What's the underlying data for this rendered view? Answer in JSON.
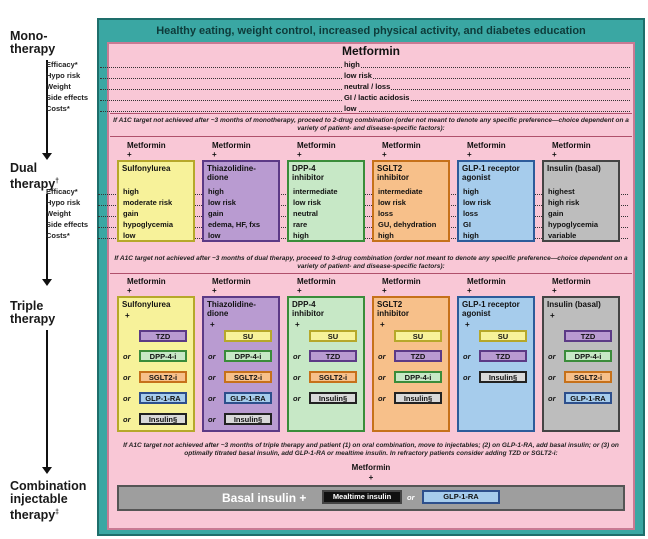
{
  "banner": "Healthy eating, weight control, increased physical activity, and diabetes education",
  "stages": {
    "mono": "Mono-\ntherapy",
    "dual": "Dual\ntherapy",
    "dual_sup": "†",
    "triple": "Triple\ntherapy",
    "combo": "Combination\ninjectable\ntherapy",
    "combo_sup": "‡"
  },
  "mono": {
    "title": "Metformin",
    "rows": [
      {
        "label": "Efficacy*",
        "value": "high"
      },
      {
        "label": "Hypo risk",
        "value": "low risk"
      },
      {
        "label": "Weight",
        "value": "neutral / loss"
      },
      {
        "label": "Side effects",
        "value": "GI / lactic acidosis"
      },
      {
        "label": "Costs*",
        "value": "low"
      }
    ]
  },
  "notes": {
    "mono_to_dual": "If A1C target not achieved after ~3 months of monotherapy, proceed to 2-drug combination (order not meant to denote any specific preference—choice dependent on a variety of patient- and disease-specific factors):",
    "dual_to_triple": "If A1C target not achieved after ~3 months of dual therapy, proceed to 3-drug combination (order not meant to denote any specific preference—choice dependent on a variety of patient- and disease-specific factors):",
    "triple_to_combo": "If A1C target not achieved after ~3 months of triple therapy and patient (1) on oral combination, move to injectables; (2) on GLP-1-RA, add basal insulin; or (3) on optimally titrated basal insulin, add GLP-1-RA or mealtime insulin. In refractory patients consider adding TZD or SGLT2-i:"
  },
  "common": {
    "metformin": "Metformin",
    "plus": "+",
    "or": "or"
  },
  "dual": {
    "row_labels": [
      "Efficacy*",
      "Hypo risk",
      "Weight",
      "Side effects",
      "Costs*"
    ],
    "drugs": [
      {
        "name": "Sulfonylurea",
        "values": [
          "high",
          "moderate risk",
          "gain",
          "hypoglycemia",
          "low"
        ]
      },
      {
        "name": "Thiazolidine-\ndione",
        "values": [
          "high",
          "low risk",
          "gain",
          "edema, HF, fxs",
          "low"
        ]
      },
      {
        "name": "DPP-4\ninhibitor",
        "values": [
          "intermediate",
          "low risk",
          "neutral",
          "rare",
          "high"
        ]
      },
      {
        "name": "SGLT2\ninhibitor",
        "values": [
          "intermediate",
          "low risk",
          "loss",
          "GU, dehydration",
          "high"
        ]
      },
      {
        "name": "GLP-1 receptor\nagonist",
        "values": [
          "high",
          "low risk",
          "loss",
          "GI",
          "high"
        ]
      },
      {
        "name": "Insulin (basal)",
        "values": [
          "highest",
          "high risk",
          "gain",
          "hypoglycemia",
          "variable"
        ]
      }
    ]
  },
  "triple": {
    "drugs": [
      {
        "name": "Sulfonylurea",
        "options": [
          "TZD",
          "DPP-4-i",
          "SGLT2-i",
          "GLP-1-RA",
          "Insulin§"
        ]
      },
      {
        "name": "Thiazolidine-\ndione",
        "options": [
          "SU",
          "DPP-4-i",
          "SGLT2-i",
          "GLP-1-RA",
          "Insulin§"
        ]
      },
      {
        "name": "DPP-4\ninhibitor",
        "options": [
          "SU",
          "TZD",
          "SGLT2-i",
          "Insulin§"
        ]
      },
      {
        "name": "SGLT2\ninhibitor",
        "options": [
          "SU",
          "TZD",
          "DPP-4-i",
          "Insulin§"
        ]
      },
      {
        "name": "GLP-1 receptor\nagonist",
        "options": [
          "SU",
          "TZD",
          "Insulin§"
        ]
      },
      {
        "name": "Insulin (basal)",
        "options": [
          "TZD",
          "DPP-4-i",
          "SGLT2-i",
          "GLP-1-RA"
        ]
      }
    ]
  },
  "combo": {
    "metformin": "Metformin",
    "plus": "+",
    "basal": "Basal insulin +",
    "mealtime": "Mealtime insulin",
    "or": "or",
    "glp1": "GLP-1-RA"
  },
  "colors": {
    "teal": "#3aa7a3",
    "pink": "#f9c7d6",
    "sulfonylurea": "#f7f29a",
    "tzd": "#b99bd1",
    "dpp4": "#c7e8c6",
    "sglt2": "#f7c08a",
    "glp1": "#a6ccec",
    "insulin": "#bdbdbd"
  }
}
